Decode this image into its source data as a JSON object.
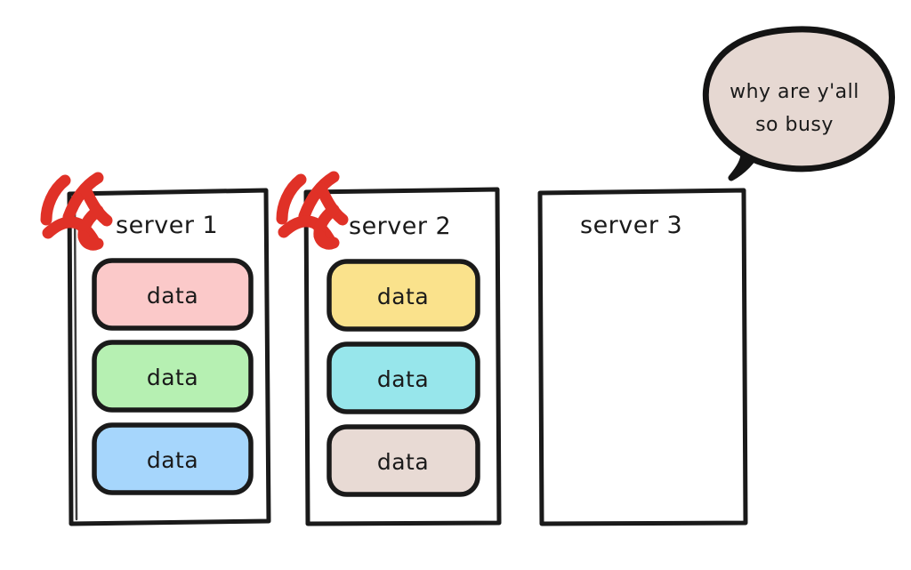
{
  "diagram": {
    "title_text_style": "hand-drawn sketch",
    "background_color": "#ffffff",
    "ink_color": "#1a1a1a",
    "busy_marker_color": "#E03127"
  },
  "servers": [
    {
      "id": "server-1",
      "label": "server 1",
      "busy": true,
      "busy_marker": "activity-spark-icon",
      "data_blocks": [
        {
          "label": "data",
          "color": "#FBC9C9"
        },
        {
          "label": "data",
          "color": "#B6F0B2"
        },
        {
          "label": "data",
          "color": "#A6D6FC"
        }
      ]
    },
    {
      "id": "server-2",
      "label": "server 2",
      "busy": true,
      "busy_marker": "activity-spark-icon",
      "data_blocks": [
        {
          "label": "data",
          "color": "#FAE28C"
        },
        {
          "label": "data",
          "color": "#97E6EB"
        },
        {
          "label": "data",
          "color": "#E8DAD4"
        }
      ]
    },
    {
      "id": "server-3",
      "label": "server 3",
      "busy": false,
      "busy_marker": null,
      "data_blocks": []
    }
  ],
  "speech_bubble": {
    "line1": "why are y'all",
    "line2": "so busy",
    "fill_color": "#E6D8D2",
    "stroke_color": "#141414",
    "tail_direction": "down-left",
    "spoken_by": "server-3"
  }
}
